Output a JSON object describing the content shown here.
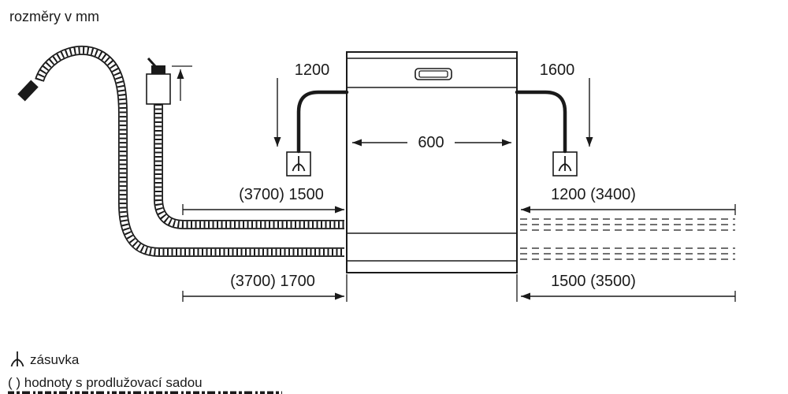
{
  "title": "rozměry v mm",
  "dims": {
    "cord_left": "1200",
    "cord_right": "1600",
    "appliance_width": "600",
    "upper_left": "(3700) 1500",
    "upper_right": "1200 (3400)",
    "lower_left": "(3700) 1700",
    "lower_right": "1500 (3500)"
  },
  "legend": {
    "socket": "zásuvka",
    "note": "( ) hodnoty s prodlužovací sadou"
  },
  "colors": {
    "ink": "#1a1a1a",
    "bg": "#ffffff"
  }
}
